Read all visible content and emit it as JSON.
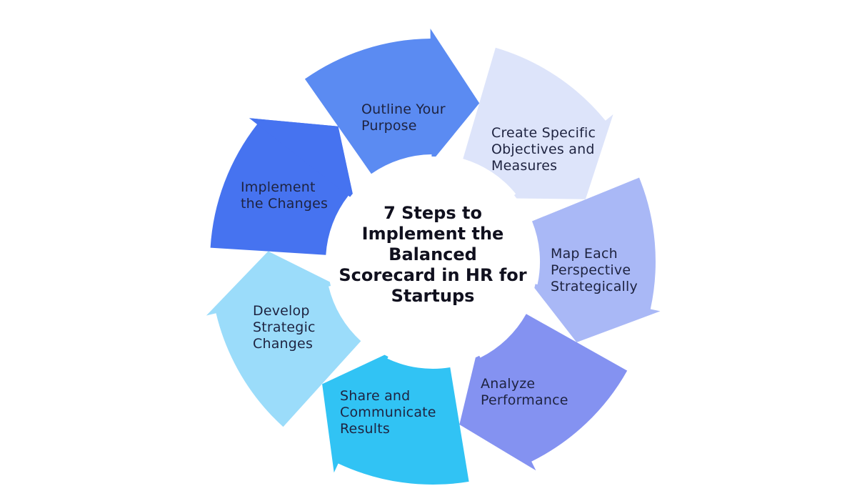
{
  "diagram": {
    "type": "cycle",
    "title": "7 Steps to\nImplement the\nBalanced\nScorecard in HR for\nStartups",
    "title_color": "#10101e",
    "label_color": "#1e2340",
    "center_fill": "#ffffff",
    "steps": [
      {
        "order": 1,
        "label": "Outline Your\nPurpose",
        "color": "#5b8bf2",
        "tip_angle": 16.4
      },
      {
        "order": 2,
        "label": "Create Specific\nObjectives and\nMeasures",
        "color": "#dde4fa",
        "tip_angle": 67.8
      },
      {
        "order": 3,
        "label": "Map Each\nPerspective\nStrategically",
        "color": "#a9b8f6",
        "tip_angle": 119.3
      },
      {
        "order": 4,
        "label": "Analyze\nPerformance",
        "color": "#8492f1",
        "tip_angle": 170.7
      },
      {
        "order": 5,
        "label": "Share and\nCommunicate\nResults",
        "color": "#31c3f4",
        "tip_angle": 222.1
      },
      {
        "order": 6,
        "label": "Develop\nStrategic\nChanges",
        "color": "#9bdcfa",
        "tip_angle": 273.6
      },
      {
        "order": 7,
        "label": "Implement\nthe Changes",
        "color": "#4673f0",
        "tip_angle": 325.0
      }
    ]
  }
}
